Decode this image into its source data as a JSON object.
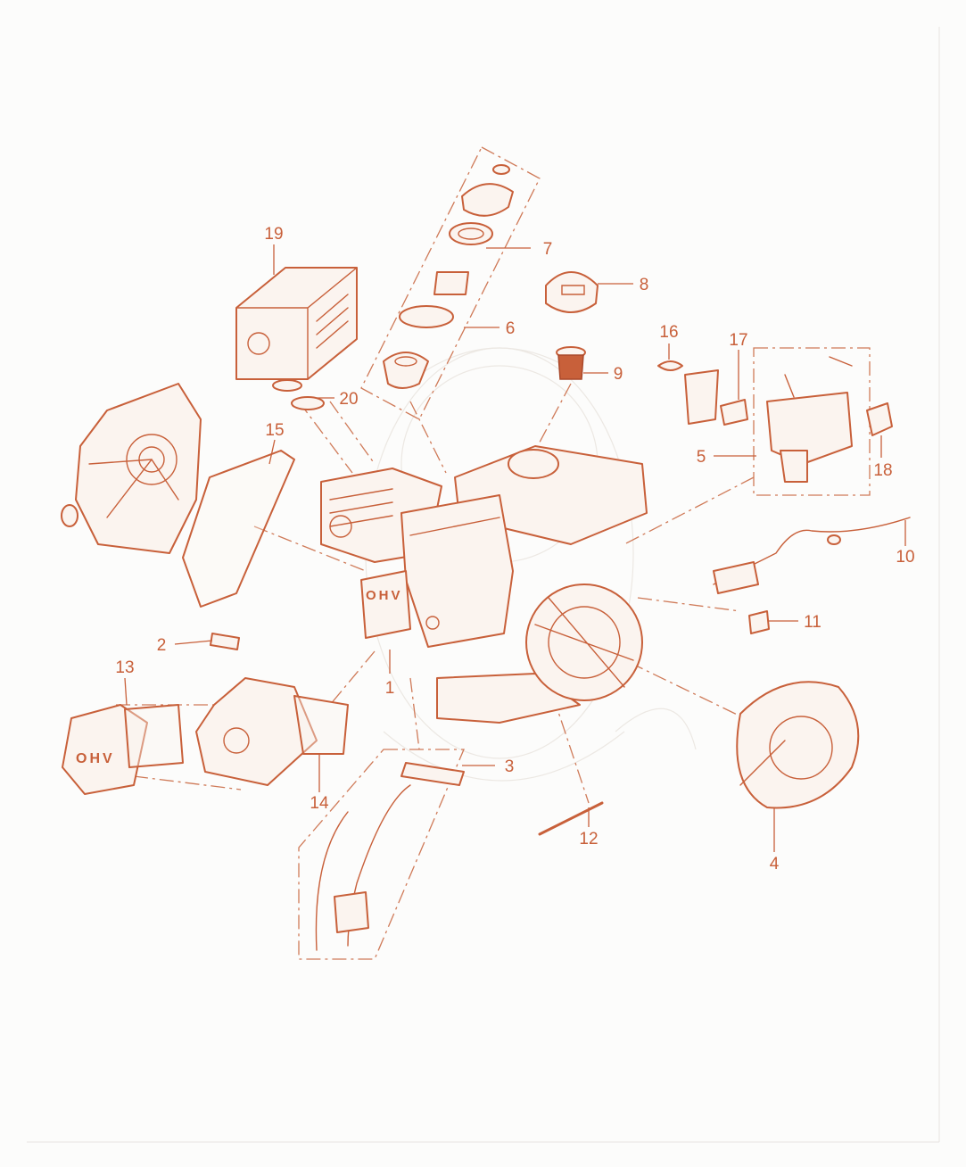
{
  "diagram": {
    "stamp_text": "OHV",
    "callouts": [
      {
        "id": "c1",
        "label": "1"
      },
      {
        "id": "c2",
        "label": "2"
      },
      {
        "id": "c3",
        "label": "3"
      },
      {
        "id": "c4",
        "label": "4"
      },
      {
        "id": "c5",
        "label": "5"
      },
      {
        "id": "c6",
        "label": "6"
      },
      {
        "id": "c7",
        "label": "7"
      },
      {
        "id": "c8",
        "label": "8"
      },
      {
        "id": "c9",
        "label": "9"
      },
      {
        "id": "c10",
        "label": "10"
      },
      {
        "id": "c11",
        "label": "11"
      },
      {
        "id": "c12",
        "label": "12"
      },
      {
        "id": "c13",
        "label": "13"
      },
      {
        "id": "c14",
        "label": "14"
      },
      {
        "id": "c15",
        "label": "15"
      },
      {
        "id": "c16",
        "label": "16"
      },
      {
        "id": "c17",
        "label": "17"
      },
      {
        "id": "c18",
        "label": "18"
      },
      {
        "id": "c19",
        "label": "19"
      },
      {
        "id": "c20",
        "label": "20"
      }
    ],
    "colors": {
      "line": "#c8603a",
      "background": "#fcfcfb"
    }
  }
}
